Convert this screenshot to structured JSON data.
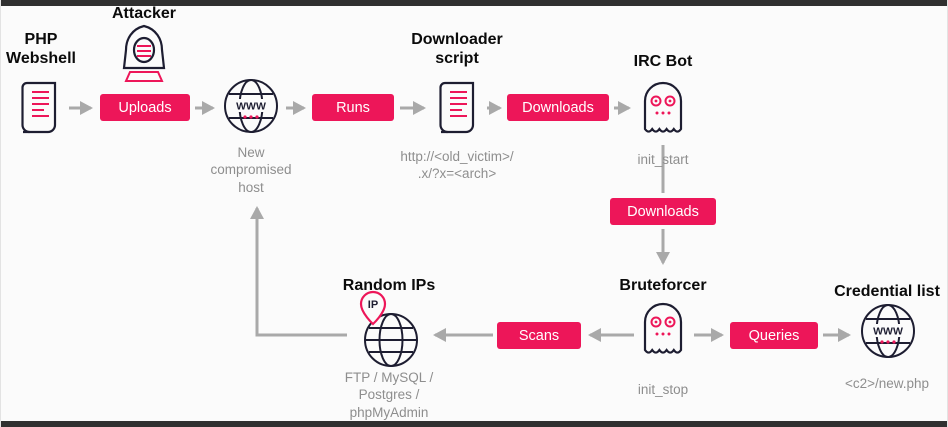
{
  "theme": {
    "accent": "#ed1659",
    "icon_stroke": "#1d1d31",
    "caption_color": "#8e8e8e",
    "arrow_color": "#a9a9a9",
    "background": "#fbfbfb",
    "border": "#303030"
  },
  "nodes": {
    "php_webshell": {
      "label": "PHP\nWebshell"
    },
    "attacker": {
      "label": "Attacker"
    },
    "compromised_host": {
      "caption": "New\ncompromised\nhost",
      "globe_text": "WWW"
    },
    "downloader_script": {
      "label": "Downloader\nscript",
      "caption": "http://<old_victim>/\n.x/?x=<arch>"
    },
    "irc_bot": {
      "label": "IRC Bot",
      "caption": "init_start"
    },
    "bruteforcer": {
      "label": "Bruteforcer",
      "caption": "init_stop"
    },
    "credential_list": {
      "label": "Credential list",
      "caption": "<c2>/new.php",
      "globe_text": "WWW"
    },
    "random_ips": {
      "label": "Random IPs",
      "caption": "FTP / MySQL /\nPostgres /\nphpMyAdmin",
      "pin_text": "IP"
    }
  },
  "actions": {
    "uploads": "Uploads",
    "runs": "Runs",
    "downloads_script": "Downloads",
    "downloads_bot": "Downloads",
    "queries": "Queries",
    "scans": "Scans"
  }
}
